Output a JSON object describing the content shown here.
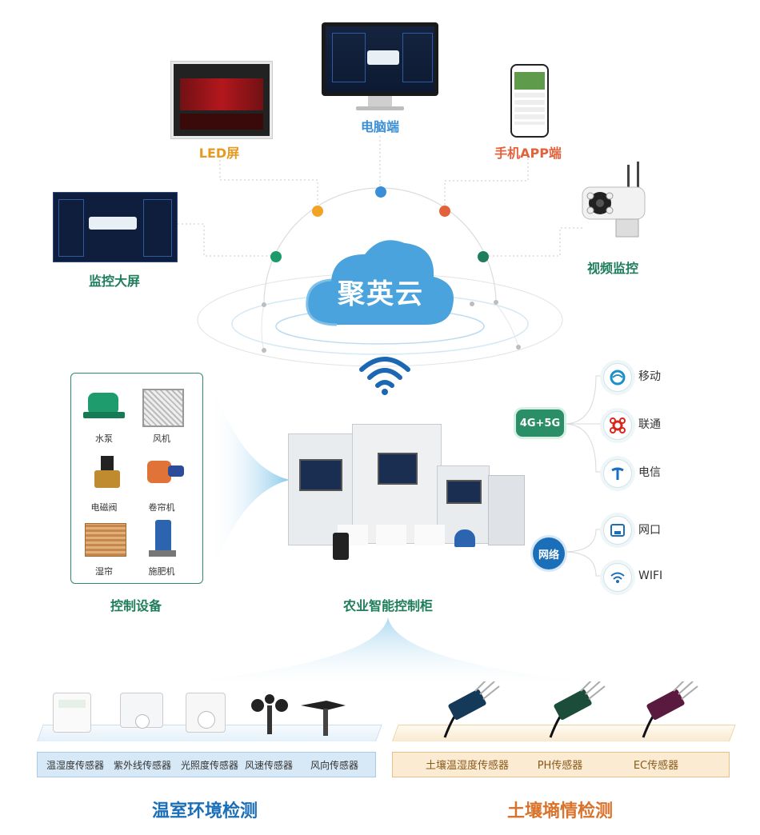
{
  "cloud": {
    "title": "聚英云"
  },
  "terminals": {
    "pc": "电脑端",
    "led": "LED屏",
    "app": "手机APP端",
    "big_screen": "监控大屏",
    "video": "视频监控"
  },
  "control_devices": {
    "title": "控制设备",
    "items": [
      "水泵",
      "风机",
      "电磁阀",
      "卷帘机",
      "湿帘",
      "施肥机"
    ]
  },
  "cabinet": {
    "title": "农业智能控制柜"
  },
  "network": {
    "mobile_badge": "4G+5G",
    "carriers": [
      "移动",
      "联通",
      "电信"
    ],
    "net_badge": "网络",
    "links": [
      "网口",
      "WIFI"
    ]
  },
  "env": {
    "title": "温室环境检测",
    "sensors": [
      "温湿度传感器",
      "紫外线传感器",
      "光照度传感器",
      "风速传感器",
      "风向传感器"
    ]
  },
  "soil": {
    "title": "土壤墒情检测",
    "sensors": [
      "土壤温湿度传感器",
      "PH传感器",
      "EC传感器"
    ]
  },
  "colors": {
    "green": "#1e7d5a",
    "blue": "#3b8fd6",
    "orange": "#e59a20",
    "red": "#e4623b",
    "cloud": "#4aa3dc"
  }
}
